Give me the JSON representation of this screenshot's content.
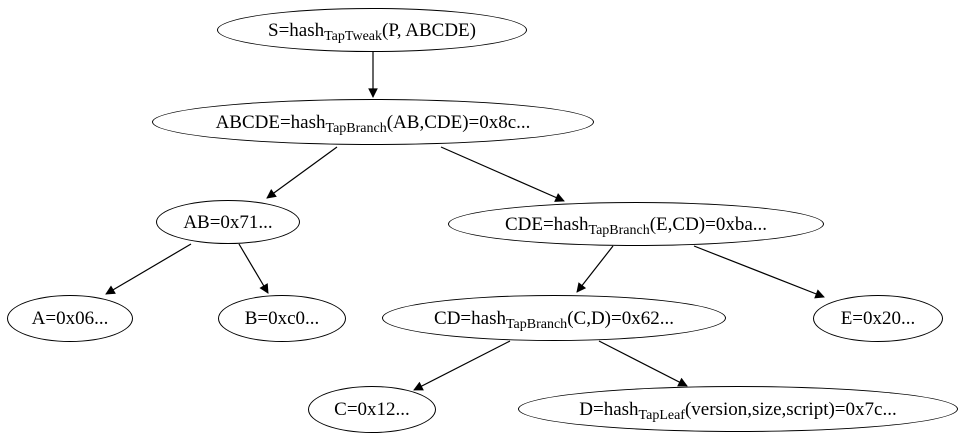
{
  "diagram": {
    "title": "Taproot script tree hash diagram",
    "colors": {
      "stroke": "#000000",
      "fill": "#ffffff",
      "text": "#000000"
    },
    "nodes": [
      {
        "id": "S",
        "pre": "S=hash",
        "sub": "TapTweak",
        "post": "(P, ABCDE)"
      },
      {
        "id": "ABCDE",
        "pre": "ABCDE=hash",
        "sub": "TapBranch",
        "post": "(AB,CDE)=0x8c..."
      },
      {
        "id": "AB",
        "pre": "AB=0x71...",
        "sub": "",
        "post": ""
      },
      {
        "id": "CDE",
        "pre": "CDE=hash",
        "sub": "TapBranch",
        "post": "(E,CD)=0xba..."
      },
      {
        "id": "A",
        "pre": "A=0x06...",
        "sub": "",
        "post": ""
      },
      {
        "id": "B",
        "pre": "B=0xc0...",
        "sub": "",
        "post": ""
      },
      {
        "id": "CD",
        "pre": "CD=hash",
        "sub": "TapBranch",
        "post": "(C,D)=0x62..."
      },
      {
        "id": "E",
        "pre": "E=0x20...",
        "sub": "",
        "post": ""
      },
      {
        "id": "C",
        "pre": "C=0x12...",
        "sub": "",
        "post": ""
      },
      {
        "id": "D",
        "pre": "D=hash",
        "sub": "TapLeaf",
        "post": "(version,size,script)=0x7c..."
      }
    ],
    "edges": [
      {
        "from": "S",
        "to": "ABCDE"
      },
      {
        "from": "ABCDE",
        "to": "AB"
      },
      {
        "from": "ABCDE",
        "to": "CDE"
      },
      {
        "from": "AB",
        "to": "A"
      },
      {
        "from": "AB",
        "to": "B"
      },
      {
        "from": "CDE",
        "to": "CD"
      },
      {
        "from": "CDE",
        "to": "E"
      },
      {
        "from": "CD",
        "to": "C"
      },
      {
        "from": "CD",
        "to": "D"
      }
    ]
  }
}
